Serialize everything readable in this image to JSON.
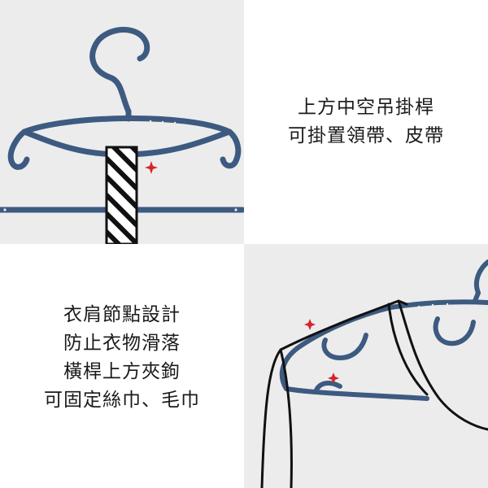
{
  "panels": {
    "top_right": {
      "caption_lines": [
        "上方中空吊掛桿",
        "可掛置領帶、皮帶"
      ]
    },
    "bottom_left": {
      "caption_lines": [
        "衣肩節點設計",
        "防止衣物滑落",
        "橫桿上方夾鉤",
        "可固定絲巾、毛巾"
      ]
    }
  },
  "colors": {
    "hanger": "#3d5a80",
    "sparkle": "#d6232b",
    "panel_gray": "#ececec",
    "outline": "#111111"
  },
  "icons": [
    "sparkle-icon"
  ]
}
